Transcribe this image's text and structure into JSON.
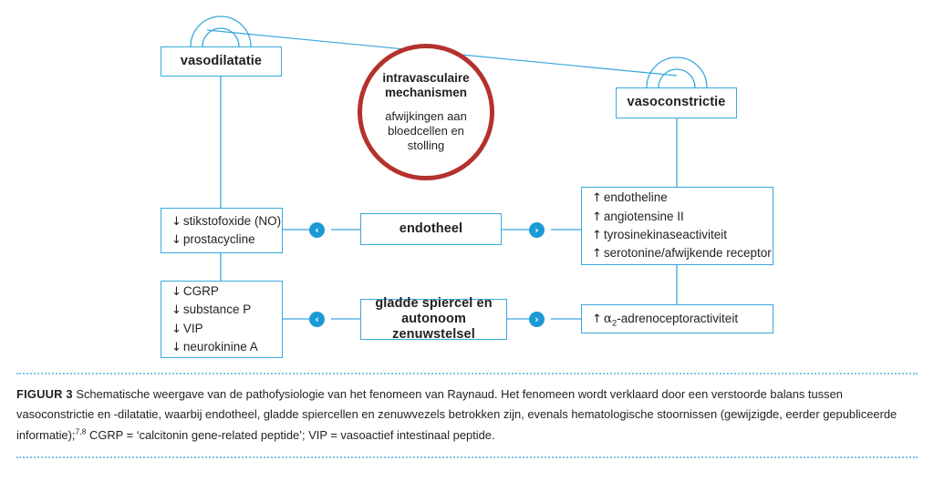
{
  "figure": {
    "label": "FIGUUR 3",
    "caption_part1": " Schematische weergave van de pathofysiologie van het fenomeen van Raynaud. Het fenomeen wordt verklaard door een verstoorde balans tussen vasoconstrictie en -dilatatie, waarbij endotheel, gladde spiercellen en zenuwvezels betrokken zijn, evenals hematologische stoornissen (gewijzigde, eerder gepubliceerde informatie);",
    "reference_superscript": "7,8",
    "caption_part2": " CGRP = ‘calcitonin gene-related peptide’; VIP = vasoactief intestinaal peptide."
  },
  "diagram": {
    "nodes": {
      "vasodilatatie": {
        "title": "vasodilatatie"
      },
      "vasoconstrictie": {
        "title": "vasoconstrictie"
      },
      "intravasculair": {
        "title_line1": "intravasculaire",
        "title_line2": "mechanismen",
        "sub_line1": "afwijkingen aan",
        "sub_line2": "bloedcellen en",
        "sub_line3": "stolling"
      },
      "endotheel": {
        "title": "endotheel"
      },
      "gladde_spiercel": {
        "title_line1": "gladde spiercel en",
        "title_line2": "autonoom zenuwstelsel"
      },
      "vasodilator_mediators": {
        "items": [
          {
            "direction": "↓",
            "label": "stikstofoxide (NO)"
          },
          {
            "direction": "↓",
            "label": "prostacycline"
          }
        ]
      },
      "neuropeptides": {
        "items": [
          {
            "direction": "↓",
            "label": "CGRP"
          },
          {
            "direction": "↓",
            "label": "substance P"
          },
          {
            "direction": "↓",
            "label": "VIP"
          },
          {
            "direction": "↓",
            "label": "neurokinine A"
          }
        ]
      },
      "endothelial_mediators": {
        "items": [
          {
            "direction": "↑",
            "label": "endotheline"
          },
          {
            "direction": "↑",
            "label": "angiotensine II"
          },
          {
            "direction": "↑",
            "label": "tyrosinekinaseactiviteit"
          },
          {
            "direction": "↑",
            "label": "serotonine/afwijkende receptor"
          }
        ]
      },
      "adrenoceptor": {
        "direction": "↑",
        "label_prefix": "α",
        "label_sub": "2",
        "label_suffix": "-adrenoceptoractiviteit"
      }
    },
    "markers": {
      "left_chevron": "‹",
      "right_chevron": "›"
    },
    "colors": {
      "line_blue": "#3aa8dc",
      "marker_blue": "#1b9ad6",
      "circle_red": "#b5312d",
      "text": "#231f20",
      "rule_blue": "#7fc4e3"
    }
  }
}
